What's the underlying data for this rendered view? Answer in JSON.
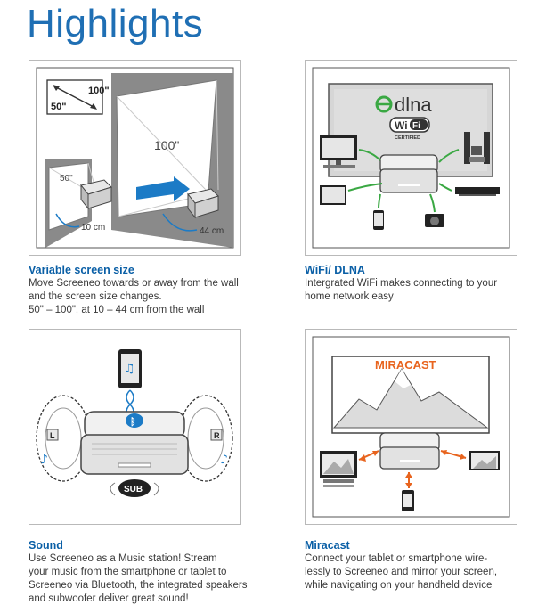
{
  "page": {
    "title": "Highlights"
  },
  "cards": [
    {
      "heading": "Variable screen size",
      "lines": [
        "Move Screeneo towards or away from the wall",
        "and the screen size changes.",
        "50\" – 100\", at 10 – 44 cm from the wall"
      ],
      "labels": {
        "size_big": "100\"",
        "size_small": "50\"",
        "screen_big": "100\"",
        "screen_small": "50\"",
        "dist_small": "10 cm",
        "dist_big": "44 cm"
      }
    },
    {
      "heading": "WiFi/ DLNA",
      "lines": [
        "Intergrated WiFi makes connecting to your",
        "home network easy"
      ],
      "labels": {
        "dlna": "dlna",
        "wi": "Wi",
        "fi": "Fi",
        "certified": "CERTIFIED"
      }
    },
    {
      "heading": "Sound",
      "lines": [
        "Use Screeneo as a Music station! Stream",
        "your music from the smartphone or tablet to",
        "Screeneo via Bluetooth, the integrated speakers",
        "and subwoofer deliver great sound!"
      ],
      "labels": {
        "sub": "SUB",
        "left": "L",
        "right": "R"
      }
    },
    {
      "heading": "Miracast",
      "lines": [
        "Connect your tablet or smartphone wire-",
        "lessly to Screeneo and mirror your screen,",
        "while navigating on your handheld device"
      ],
      "labels": {
        "miracast": "MIRACAST"
      }
    }
  ],
  "colors": {
    "brand_blue": "#1f6fb4",
    "heading_blue": "#0a5fa6",
    "arrow_green": "#3aa843",
    "arrow_orange": "#e8641e",
    "wall_gray": "#8a8a8a"
  }
}
